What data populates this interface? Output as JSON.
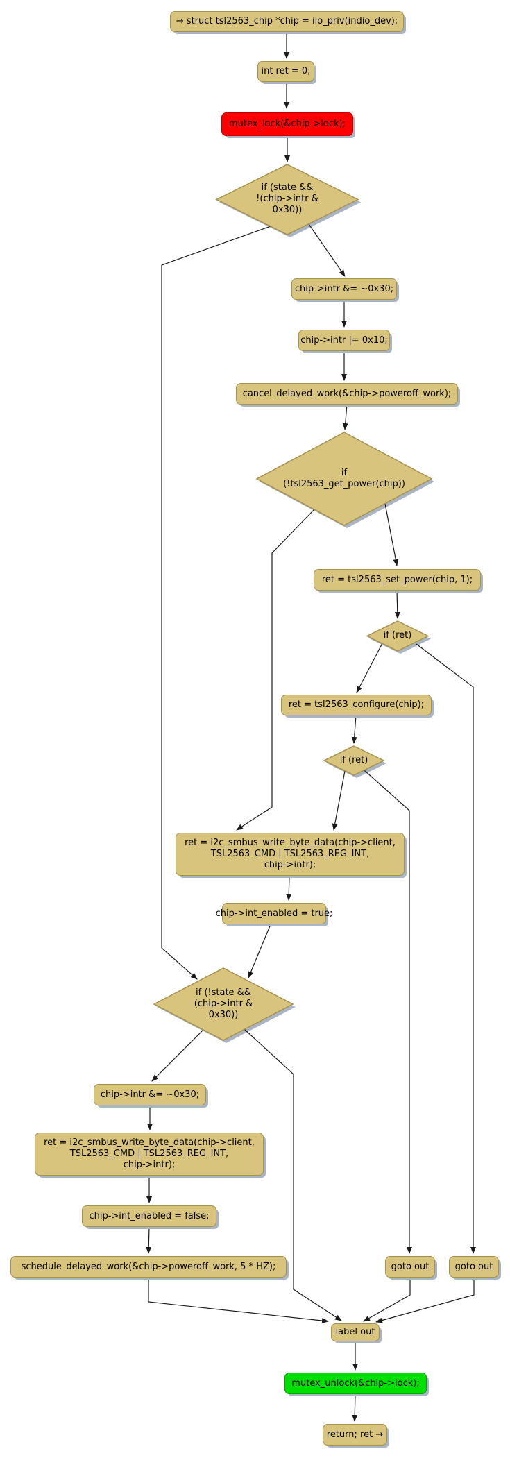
{
  "colors": {
    "node_fill": "#D9C47E",
    "node_border": "#A6924E",
    "lock_fill": "#FE0000",
    "unlock_fill": "#00E000",
    "shadow": "#A9B4C4",
    "edge": "#1A1A1A"
  },
  "nodes": {
    "entry": {
      "label": "→ struct tsl2563_chip *chip = iio_priv(indio_dev);"
    },
    "init_ret": {
      "label": "int ret = 0;"
    },
    "mutex_lock": {
      "label": "mutex_lock(&chip->lock);"
    },
    "cond_enable": {
      "label": "if (state &&\n!(chip->intr &\n0x30))"
    },
    "intr_clear": {
      "label": "chip->intr &= ~0x30;"
    },
    "intr_set": {
      "label": "chip->intr |= 0x10;"
    },
    "cancel_work": {
      "label": "cancel_delayed_work(&chip->poweroff_work);"
    },
    "cond_power": {
      "label": "if\n(!tsl2563_get_power(chip))"
    },
    "set_power": {
      "label": "ret = tsl2563_set_power(chip, 1);"
    },
    "cond_ret1": {
      "label": "if (ret)"
    },
    "configure": {
      "label": "ret = tsl2563_configure(chip);"
    },
    "cond_ret2": {
      "label": "if (ret)"
    },
    "i2c_write_enable": {
      "label": "ret = i2c_smbus_write_byte_data(chip->client,\nTSL2563_CMD | TSL2563_REG_INT,\nchip->intr);"
    },
    "int_enabled_true": {
      "label": "chip->int_enabled = true;"
    },
    "cond_disable": {
      "label": "if (!state &&\n(chip->intr &\n0x30))"
    },
    "intr_clear2": {
      "label": "chip->intr &= ~0x30;"
    },
    "i2c_write_disable": {
      "label": "ret = i2c_smbus_write_byte_data(chip->client,\nTSL2563_CMD | TSL2563_REG_INT,\nchip->intr);"
    },
    "int_enabled_false": {
      "label": "chip->int_enabled = false;"
    },
    "schedule_work": {
      "label": "schedule_delayed_work(&chip->poweroff_work, 5 * HZ);"
    },
    "goto_out_1": {
      "label": "goto out"
    },
    "goto_out_2": {
      "label": "goto out"
    },
    "label_out": {
      "label": "label out"
    },
    "mutex_unlock": {
      "label": "mutex_unlock(&chip->lock);"
    },
    "return": {
      "label": "return; ret →"
    }
  }
}
